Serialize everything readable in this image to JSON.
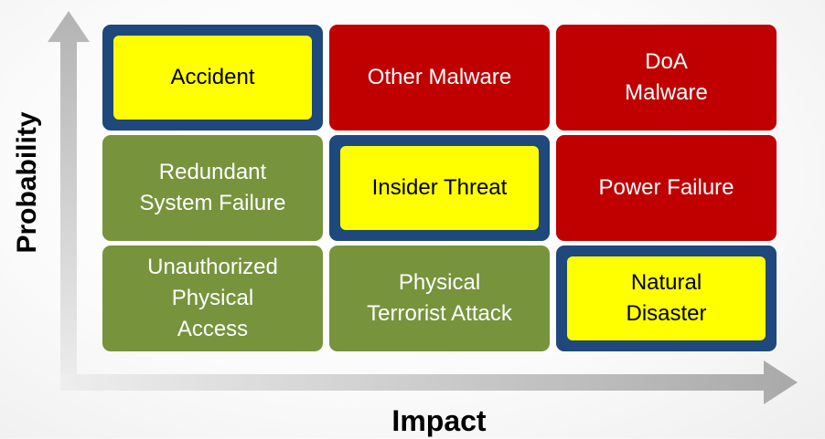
{
  "axes": {
    "y_label": "Probability",
    "x_label": "Impact"
  },
  "colors": {
    "high_risk": "#c00000",
    "low_risk": "#77933c",
    "highlight_fill": "#ffff00",
    "highlight_frame": "#1f487c",
    "arrow": "#b5b5b5"
  },
  "grid": [
    [
      {
        "label": "Accident",
        "risk": "highlight"
      },
      {
        "label": "Other Malware",
        "risk": "high"
      },
      {
        "label": "DoA\nMalware",
        "risk": "high"
      }
    ],
    [
      {
        "label": "Redundant\nSystem Failure",
        "risk": "low"
      },
      {
        "label": "Insider Threat",
        "risk": "highlight"
      },
      {
        "label": "Power Failure",
        "risk": "high"
      }
    ],
    [
      {
        "label": "Unauthorized\nPhysical\nAccess",
        "risk": "low"
      },
      {
        "label": "Physical\nTerrorist Attack",
        "risk": "low"
      },
      {
        "label": "Natural\nDisaster",
        "risk": "highlight"
      }
    ]
  ]
}
